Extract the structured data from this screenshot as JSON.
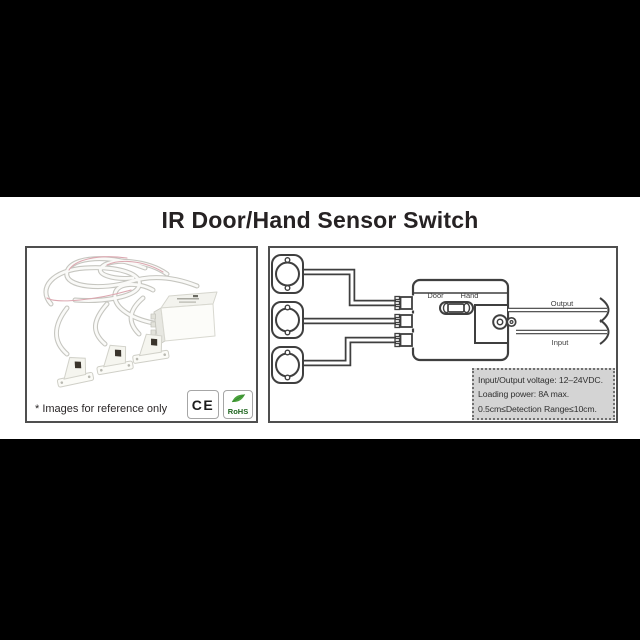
{
  "title": "IR Door/Hand Sensor Switch",
  "photo_panel": {
    "note": "* Images for reference only",
    "ce_label": "CE",
    "rohs_label": "RoHS"
  },
  "diagram": {
    "door_label": "Door",
    "hand_label": "Hand",
    "output_label": "Output",
    "input_label": "Input",
    "sensor_count": 3
  },
  "spec_box": {
    "lines": [
      "Input/Output voltage: 12–24VDC.",
      "Loading power: 8A max.",
      "0.5cm≤Detection Range≤10cm."
    ]
  },
  "colors": {
    "line": "#3f3f3f",
    "spec_bg": "#d4d4d4",
    "rohs_green": "#2e8b2e",
    "letterbox": "#000000"
  }
}
